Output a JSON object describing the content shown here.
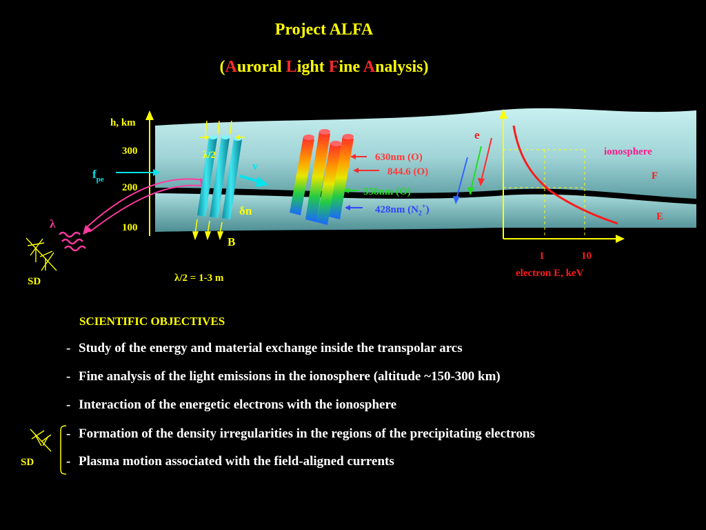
{
  "title": "Project ALFA",
  "subtitle": {
    "open": "(",
    "a1": "A",
    "w1": "uroral ",
    "a2": "L",
    "w2": "ight ",
    "a3": "F",
    "w3": "ine ",
    "a4": "A",
    "w4": "nalysis",
    "close": ")"
  },
  "diagram": {
    "h_axis_label": "h, km",
    "altitudes": [
      "300",
      "200",
      "100"
    ],
    "fpe_label": "f",
    "fpe_sub": "pe",
    "lambda_label": "λ",
    "sd_label": "SD",
    "half_lambda_top": "λ/2",
    "v_label": "v",
    "dn_label": "δn",
    "b_label": "B",
    "half_lambda_eq": "λ/2 = 1-3 m",
    "emissions": [
      "630nm (O)",
      "844.6  (O)",
      "558nm (O)",
      "428nm (N"
    ],
    "n2_sub": "2",
    "n2_sup": "+",
    "n2_close": ")",
    "e_label": "e",
    "ionosphere_label": "ionosphere",
    "f_layer": "F",
    "e_layer": "E",
    "x_ticks": [
      "1",
      "10"
    ],
    "x_axis_label": "electron E, keV",
    "colors": {
      "band": "#8fc9cc",
      "yellow": "#ffff00",
      "red": "#ff1a1a",
      "cyan": "#00e5ee",
      "magenta": "#ff3aa0",
      "blue": "#3344ff",
      "green": "#22dd22"
    }
  },
  "objectives": {
    "heading": "SCIENTIFIC OBJECTIVES",
    "items": [
      "Study of the energy and material exchange inside the transpolar arcs",
      "Fine analysis of the light emissions in the ionosphere (altitude ~150-300 km)",
      "Interaction of the energetic electrons with the ionosphere",
      "Formation of the density irregularities in the regions of the precipitating electrons",
      "Plasma motion associated with the field-aligned currents"
    ],
    "dash": "-",
    "sd_label": "SD"
  }
}
